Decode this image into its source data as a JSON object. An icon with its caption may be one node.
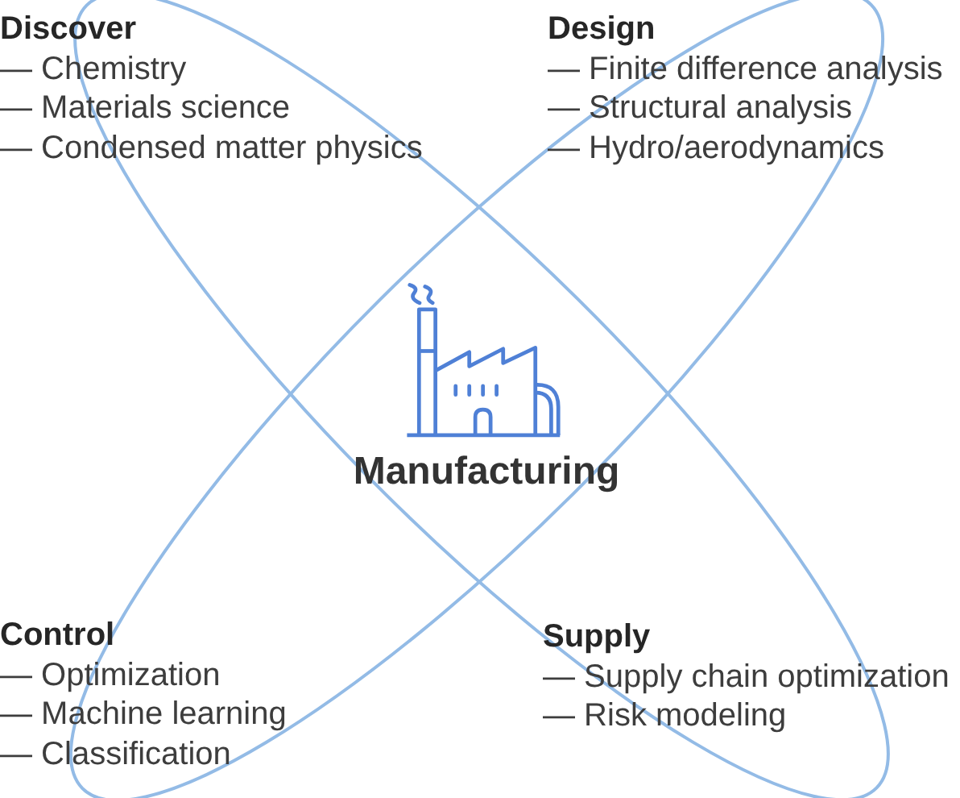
{
  "diagram": {
    "labels": [
      "Discover",
      "— Chemistry",
      "— Materials science",
      "— Condensed matter physics",
      "Design",
      "— Finite difference analysis",
      "— Structural analysis",
      "— Hydro/aerodynamics",
      "Manufacturing",
      "Control",
      "— Optimization",
      "— Machine learning",
      "— Classification",
      "Supply",
      "— Supply chain optimization",
      "— Risk modeling"
    ]
  }
}
